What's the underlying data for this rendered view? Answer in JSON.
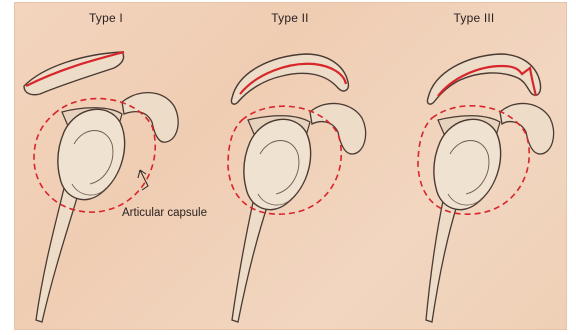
{
  "panels": [
    {
      "label": "Type I",
      "acromion_shape": "flat"
    },
    {
      "label": "Type II",
      "acromion_shape": "curved"
    },
    {
      "label": "Type III",
      "acromion_shape": "hooked"
    }
  ],
  "annotation": {
    "text": "Articular capsule"
  },
  "colors": {
    "background": "#f1d2bb",
    "bone_fill": "#ecdcc8",
    "ink": "#4a3a32",
    "highlight": "#d8262b"
  }
}
